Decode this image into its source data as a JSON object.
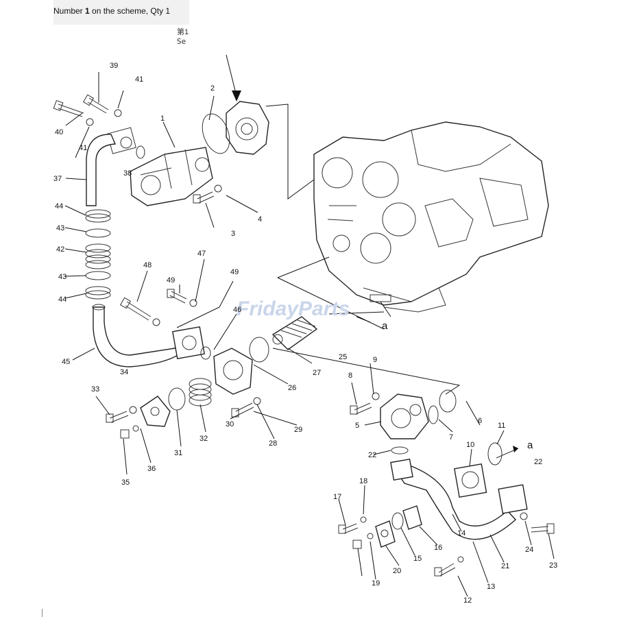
{
  "header": {
    "prefix": "Number ",
    "number": "1",
    "suffix": " on the scheme, Qty 1"
  },
  "overlay": {
    "cjk_fragment": "第1",
    "se_fragment": "Se"
  },
  "watermark": "FridayParts",
  "callouts": [
    {
      "id": "c39",
      "text": "39"
    },
    {
      "id": "c41a",
      "text": "41"
    },
    {
      "id": "c2",
      "text": "2"
    },
    {
      "id": "c40",
      "text": "40"
    },
    {
      "id": "c1",
      "text": "1"
    },
    {
      "id": "c41b",
      "text": "41"
    },
    {
      "id": "c37",
      "text": "37"
    },
    {
      "id": "c38",
      "text": "38"
    },
    {
      "id": "c3",
      "text": "3"
    },
    {
      "id": "c4",
      "text": "4"
    },
    {
      "id": "c44a",
      "text": "44"
    },
    {
      "id": "c43a",
      "text": "43"
    },
    {
      "id": "c42",
      "text": "42"
    },
    {
      "id": "c43b",
      "text": "43"
    },
    {
      "id": "c44b",
      "text": "44"
    },
    {
      "id": "c48",
      "text": "48"
    },
    {
      "id": "c47",
      "text": "47"
    },
    {
      "id": "c49",
      "text": "49"
    },
    {
      "id": "c49b",
      "text": "49"
    },
    {
      "id": "c46",
      "text": "46"
    },
    {
      "id": "c45",
      "text": "45"
    },
    {
      "id": "c34",
      "text": "34"
    },
    {
      "id": "c27",
      "text": "27"
    },
    {
      "id": "c25",
      "text": "25"
    },
    {
      "id": "c9",
      "text": "9"
    },
    {
      "id": "c8",
      "text": "8"
    },
    {
      "id": "c26",
      "text": "26"
    },
    {
      "id": "c33",
      "text": "33"
    },
    {
      "id": "c29",
      "text": "29"
    },
    {
      "id": "c30",
      "text": "30"
    },
    {
      "id": "c28",
      "text": "28"
    },
    {
      "id": "c31",
      "text": "31"
    },
    {
      "id": "c32",
      "text": "32"
    },
    {
      "id": "c36",
      "text": "36"
    },
    {
      "id": "c35",
      "text": "35"
    },
    {
      "id": "c5",
      "text": "5"
    },
    {
      "id": "c6",
      "text": "6"
    },
    {
      "id": "c11",
      "text": "11"
    },
    {
      "id": "c7",
      "text": "7"
    },
    {
      "id": "c10",
      "text": "10"
    },
    {
      "id": "c22a",
      "text": "22"
    },
    {
      "id": "c22b",
      "text": "22"
    },
    {
      "id": "c18",
      "text": "18"
    },
    {
      "id": "c17",
      "text": "17"
    },
    {
      "id": "c14",
      "text": "14"
    },
    {
      "id": "c24",
      "text": "24"
    },
    {
      "id": "c23",
      "text": "23"
    },
    {
      "id": "c16",
      "text": "16"
    },
    {
      "id": "c15",
      "text": "15"
    },
    {
      "id": "c20",
      "text": "20"
    },
    {
      "id": "c21",
      "text": "21"
    },
    {
      "id": "c13",
      "text": "13"
    },
    {
      "id": "c19",
      "text": "19"
    },
    {
      "id": "c12",
      "text": "12"
    },
    {
      "id": "ca1",
      "text": "a"
    },
    {
      "id": "ca2",
      "text": "a"
    }
  ]
}
